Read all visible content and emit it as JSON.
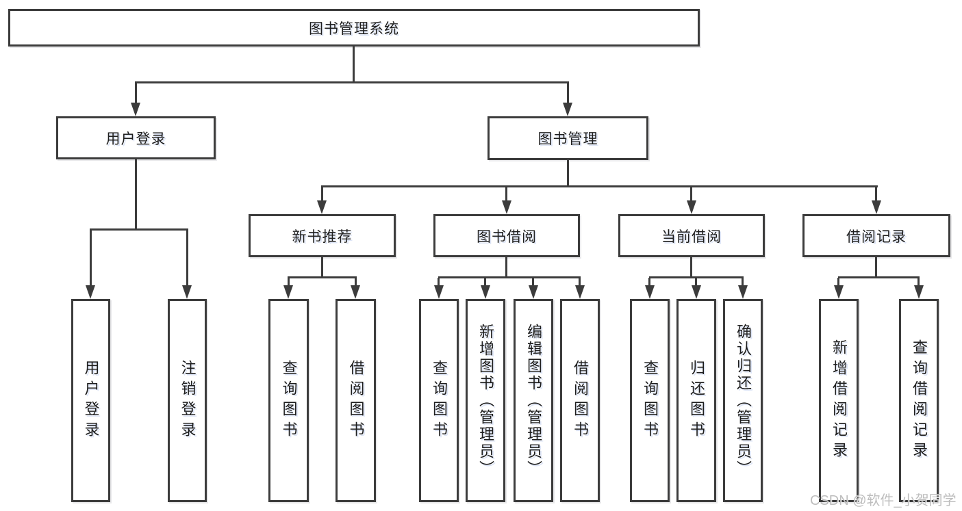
{
  "diagram": {
    "type": "hierarchy",
    "colors": {
      "line": "#3c3c3c",
      "text": "#1e1e1e",
      "background": "#ffffff",
      "watermark": "#bababa"
    },
    "tree": {
      "label": "图书管理系统",
      "children": [
        {
          "label": "用户登录",
          "children": [
            {
              "label": "用户登录"
            },
            {
              "label": "注销登录"
            }
          ]
        },
        {
          "label": "图书管理",
          "children": [
            {
              "label": "新书推荐",
              "children": [
                {
                  "label": "查询图书"
                },
                {
                  "label": "借阅图书"
                }
              ]
            },
            {
              "label": "图书借阅",
              "children": [
                {
                  "label": "查询图书"
                },
                {
                  "label": "新增图书（管理员）"
                },
                {
                  "label": "编辑图书（管理员）"
                },
                {
                  "label": "借阅图书"
                }
              ]
            },
            {
              "label": "当前借阅",
              "children": [
                {
                  "label": "查询图书"
                },
                {
                  "label": "归还图书"
                },
                {
                  "label": "确认归还（管理员）"
                }
              ]
            },
            {
              "label": "借阅记录",
              "children": [
                {
                  "label": "新增借阅记录"
                },
                {
                  "label": "查询借阅记录"
                }
              ]
            }
          ]
        }
      ]
    },
    "watermark": {
      "text": "CSDN @软件_小贺同学"
    }
  }
}
